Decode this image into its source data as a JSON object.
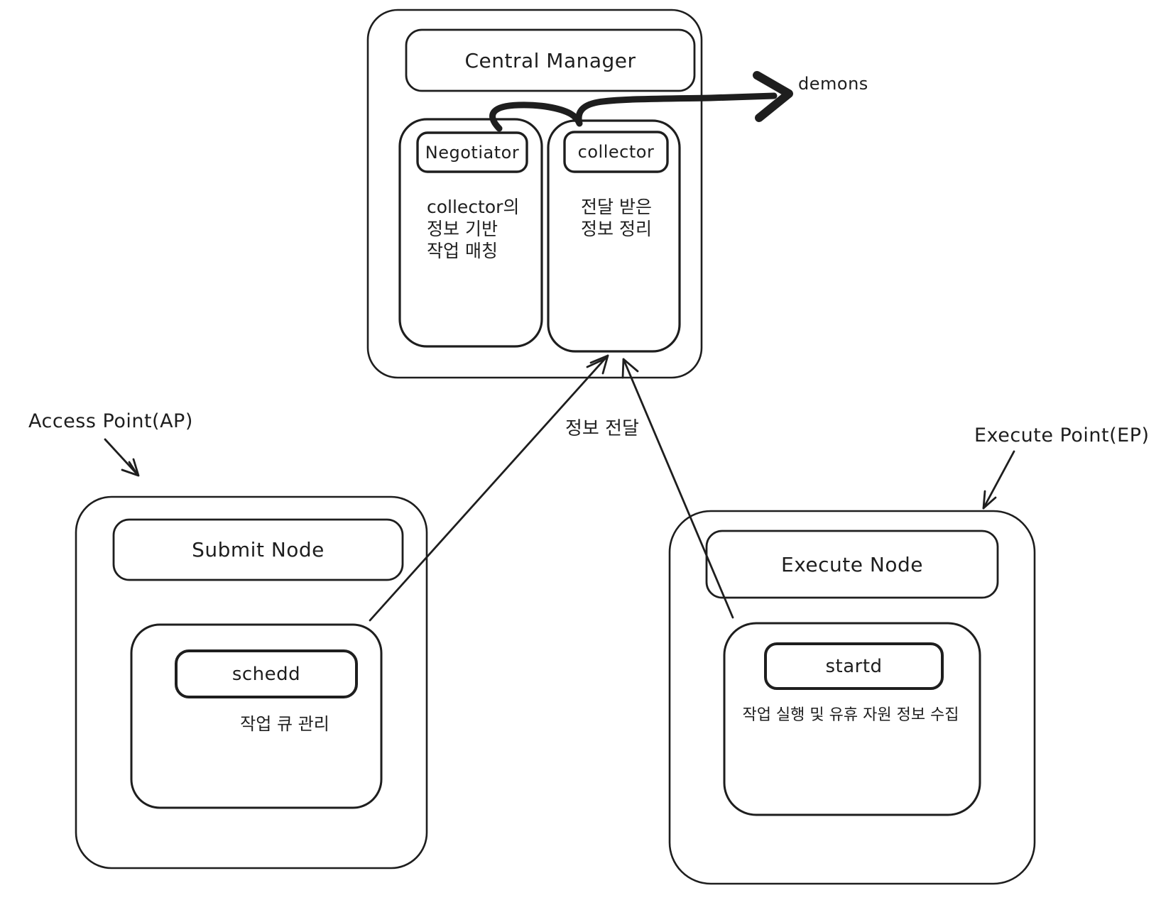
{
  "diagram": {
    "central_manager": {
      "title": "Central Manager",
      "negotiator": {
        "label": "Negotiator",
        "description": "collector의\n정보 기반\n작업 매칭"
      },
      "collector": {
        "label": "collector",
        "description": "전달 받은\n정보 정리"
      }
    },
    "submit_node": {
      "annotation": "Access Point(AP)",
      "title": "Submit Node",
      "schedd": {
        "label": "schedd",
        "description": "작업 큐 관리"
      }
    },
    "execute_node": {
      "annotation": "Execute Point(EP)",
      "title": "Execute Node",
      "startd": {
        "label": "startd",
        "description": "작업 실행 및 유휴 자원 정보 수집"
      }
    },
    "labels": {
      "demons": "demons",
      "info_transfer": "정보 전달"
    },
    "colors": {
      "stroke": "#1e1e1e",
      "background": "#ffffff"
    }
  }
}
